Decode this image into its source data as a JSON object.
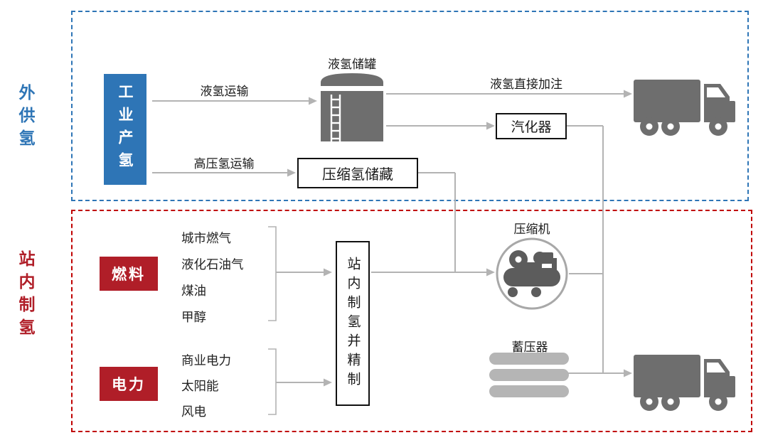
{
  "diagram": {
    "external": {
      "side_label": "外供氢",
      "producer": "工业产氢",
      "liquid_transport": "液氢运输",
      "high_pressure_transport": "高压氢运输",
      "tank": "液氢储罐",
      "direct_fueling": "液氢直接加注",
      "vaporizer": "汽化器",
      "compressed_storage": "压缩氢储藏"
    },
    "onsite": {
      "side_label": "站内制氢",
      "fuel_label": "燃料",
      "fuel_items": [
        "城市燃气",
        "液化石油气",
        "煤油",
        "甲醇"
      ],
      "power_label": "电力",
      "power_items": [
        "商业电力",
        "太阳能",
        "风电"
      ],
      "process": "站内制氢并精制",
      "compressor": "压缩机",
      "accumulator": "蓄压器"
    },
    "colors": {
      "blue": "#2e75b6",
      "red_box": "#b01e28",
      "red_border": "#c00000",
      "icon_gray": "#6e6e6e",
      "line_gray": "#b3b3b3",
      "pill_gray": "#b5b5b5"
    }
  }
}
